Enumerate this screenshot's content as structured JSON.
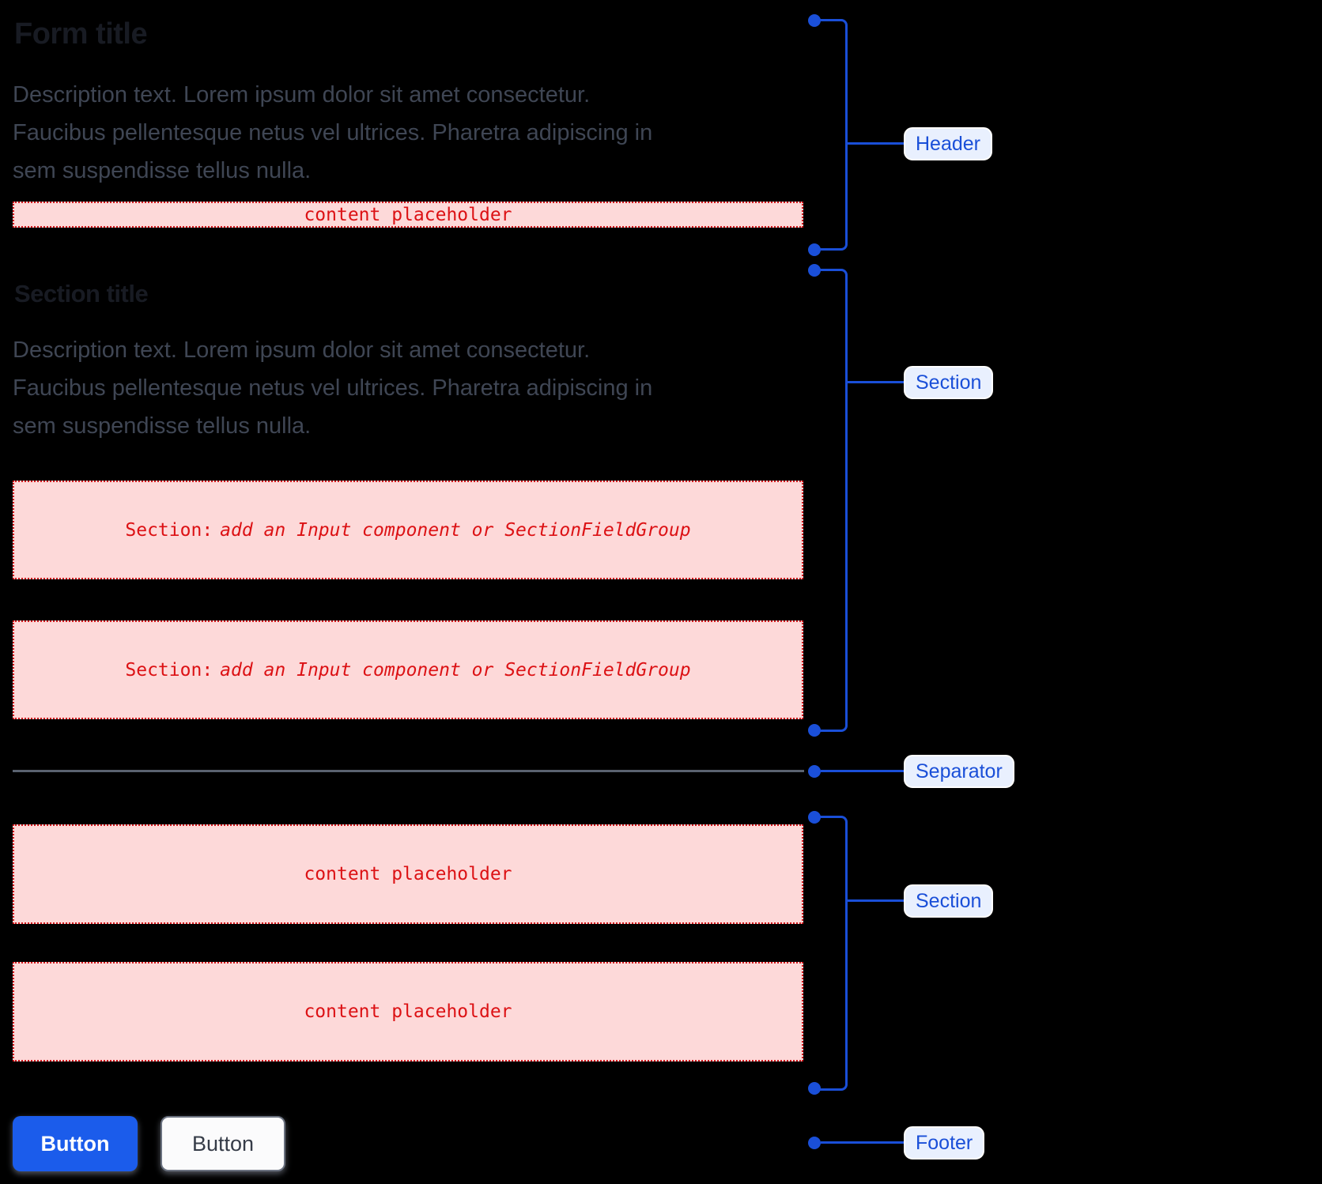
{
  "form": {
    "title": "Form title",
    "description_lines": [
      "Description text. Lorem ipsum dolor sit amet consectetur.",
      "Faucibus pellentesque netus vel ultrices. Pharetra adipiscing in",
      "sem suspendisse tellus nulla."
    ]
  },
  "section": {
    "title": "Section title",
    "description_lines": [
      "Description text. Lorem ipsum dolor sit amet consectetur.",
      "Faucibus pellentesque netus vel ultrices. Pharetra adipiscing in",
      "sem suspendisse tellus nulla."
    ]
  },
  "placeholders": {
    "content": "content placeholder",
    "section_prefix": "Section:",
    "section_rest": "add an Input component or SectionFieldGroup"
  },
  "annotations": {
    "header": "Header",
    "section_top": "Section",
    "separator": "Separator",
    "section_bottom": "Section",
    "footer": "Footer"
  },
  "footer": {
    "primary_label": "Button",
    "secondary_label": "Button"
  },
  "colors": {
    "annotation_blue": "#1a4fd8",
    "button_blue": "#1b5ceb",
    "label_background": "#e9f0fe",
    "placeholder_background": "#fdd9d9",
    "placeholder_red": "#dc1114",
    "separator_gray": "#5a6270",
    "title_color": "#181b23",
    "description_color": "#3f4654"
  }
}
